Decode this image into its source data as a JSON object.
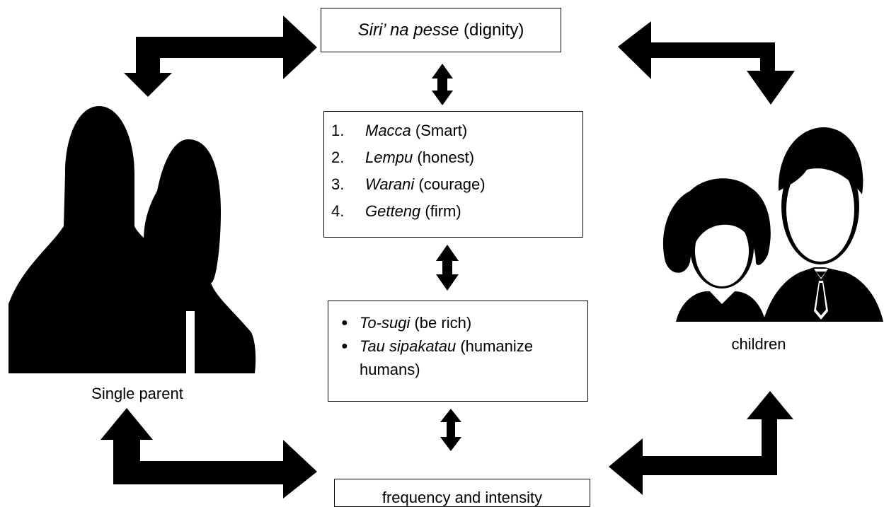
{
  "diagram": {
    "top_box": {
      "term": "Siri’ na pesse",
      "gloss": "(dignity)"
    },
    "values_list": [
      {
        "num": "1.",
        "term": "Macca",
        "gloss": " (Smart)"
      },
      {
        "num": "2.",
        "term": "Lempu",
        "gloss": "(honest)"
      },
      {
        "num": "3.",
        "term": "Warani",
        "gloss": "(courage)"
      },
      {
        "num": "4.",
        "term": "Getteng",
        "gloss": "(firm)"
      }
    ],
    "traits_list": [
      {
        "term": "To-sugi",
        "gloss": "(be rich)"
      },
      {
        "term": "Tau sipakatau",
        "gloss": "(humanize humans)"
      }
    ],
    "bottom_box": {
      "text": "frequency and intensity"
    },
    "left_label": "Single parent",
    "right_label": "children"
  },
  "icons": [
    "single-parent-silhouette-icon",
    "children-silhouette-icon",
    "bent-arrow-icon",
    "double-arrow-icon"
  ],
  "colors": {
    "ink": "#000000",
    "background": "#ffffff"
  }
}
